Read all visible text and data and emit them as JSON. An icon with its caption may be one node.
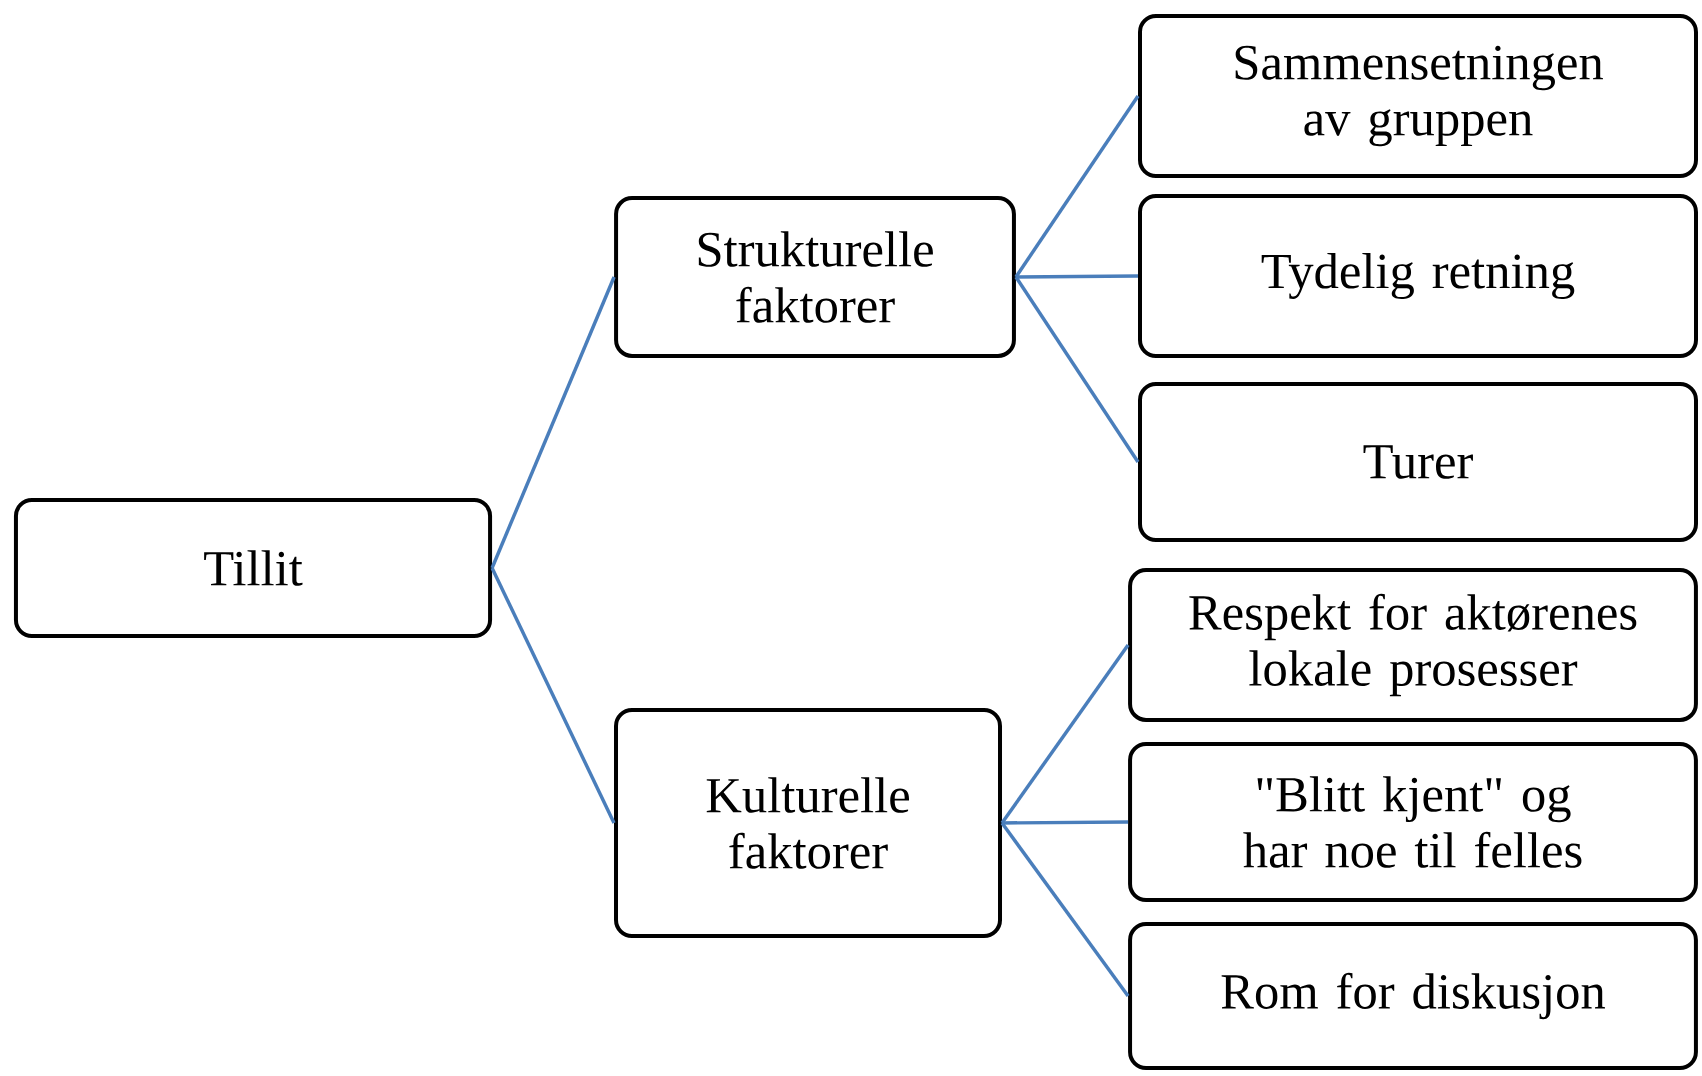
{
  "diagram": {
    "nodes": [
      {
        "text": [
          "Tillit"
        ]
      },
      {
        "text": [
          "Strukturelle faktorer"
        ]
      },
      {
        "text": [
          "Kulturelle faktorer"
        ]
      },
      {
        "text": [
          "Sammensetningen av gruppen"
        ]
      },
      {
        "text": [
          "Tydelig retning"
        ]
      },
      {
        "text": [
          "Turer"
        ]
      },
      {
        "text": [
          "Respekt for aktørenes lokale prosesser"
        ]
      },
      {
        "text": [
          "\"Blitt kjent\" og har noe til felles"
        ]
      },
      {
        "text": [
          "Rom for diskusjon"
        ]
      }
    ],
    "edges": [
      {
        "from": 0,
        "to": 1,
        "arrow": "none"
      },
      {
        "from": 0,
        "to": 2,
        "arrow": "none"
      },
      {
        "from": 1,
        "to": 3,
        "arrow": "none"
      },
      {
        "from": 1,
        "to": 4,
        "arrow": "none"
      },
      {
        "from": 1,
        "to": 5,
        "arrow": "none"
      },
      {
        "from": 2,
        "to": 6,
        "arrow": "none"
      },
      {
        "from": 2,
        "to": 7,
        "arrow": "none"
      },
      {
        "from": 2,
        "to": 8,
        "arrow": "none"
      }
    ]
  }
}
